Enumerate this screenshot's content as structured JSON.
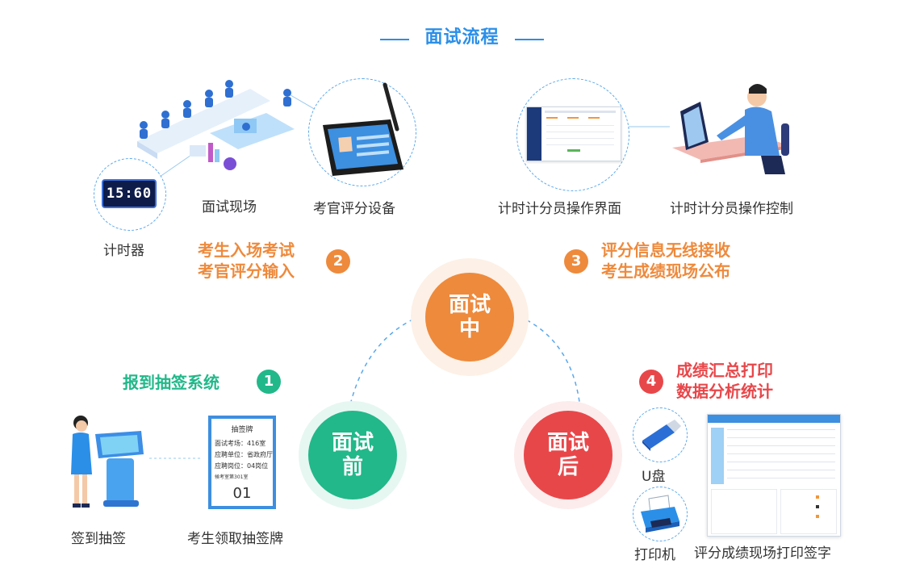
{
  "title": "面试流程",
  "top_labels": {
    "site": "面试现场",
    "device": "考官评分设备",
    "timer": "计时器",
    "ui": "计时计分员操作界面",
    "control": "计时计分员操作控制"
  },
  "timer_display": "15:60",
  "stages": {
    "before": "面试\n前",
    "during": "面试\n中",
    "after": "面试\n后"
  },
  "steps": [
    {
      "num": "1",
      "lines": [
        "报到抽签系统"
      ]
    },
    {
      "num": "2",
      "lines": [
        "考生入场考试",
        "考官评分输入"
      ]
    },
    {
      "num": "3",
      "lines": [
        "评分信息无线接收",
        "考生成绩现场公布"
      ]
    },
    {
      "num": "4",
      "lines": [
        "成绩汇总打印",
        "数据分析统计"
      ]
    }
  ],
  "bottom_labels": {
    "checkin": "签到抽签",
    "card": "考生领取抽签牌",
    "usb": "U盘",
    "printer": "打印机",
    "print": "评分成绩现场打印签字"
  },
  "lottery_card": {
    "heading": "抽签牌",
    "room": "面试考场：416室",
    "unit": "应聘单位：省政府厅",
    "post": "应聘岗位：04岗位",
    "note": "候考室第301室",
    "number": "01"
  },
  "colors": {
    "blue": "#2b8fe8",
    "orange": "#ee8a3c",
    "green": "#22b889",
    "red": "#e8474a"
  }
}
